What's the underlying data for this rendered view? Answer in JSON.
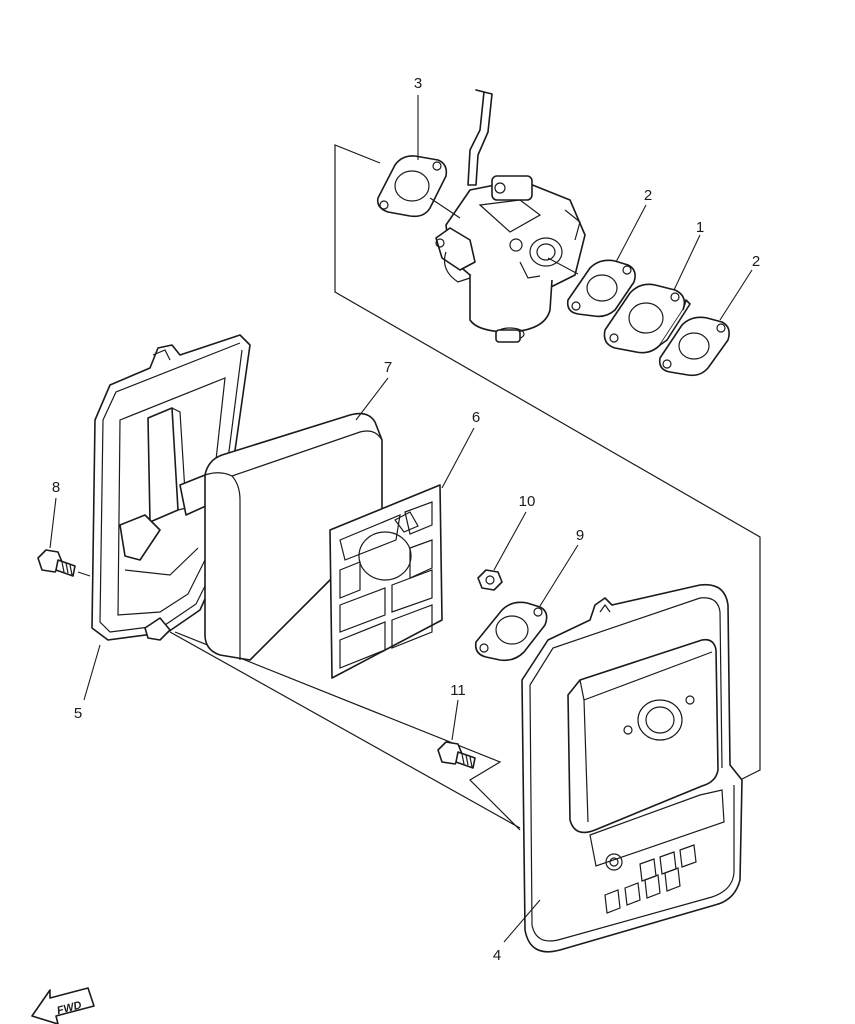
{
  "diagram": {
    "callouts": [
      "1",
      "2",
      "2",
      "3",
      "4",
      "5",
      "6",
      "7",
      "8",
      "9",
      "10",
      "11"
    ],
    "direction_marker": "FWD"
  }
}
